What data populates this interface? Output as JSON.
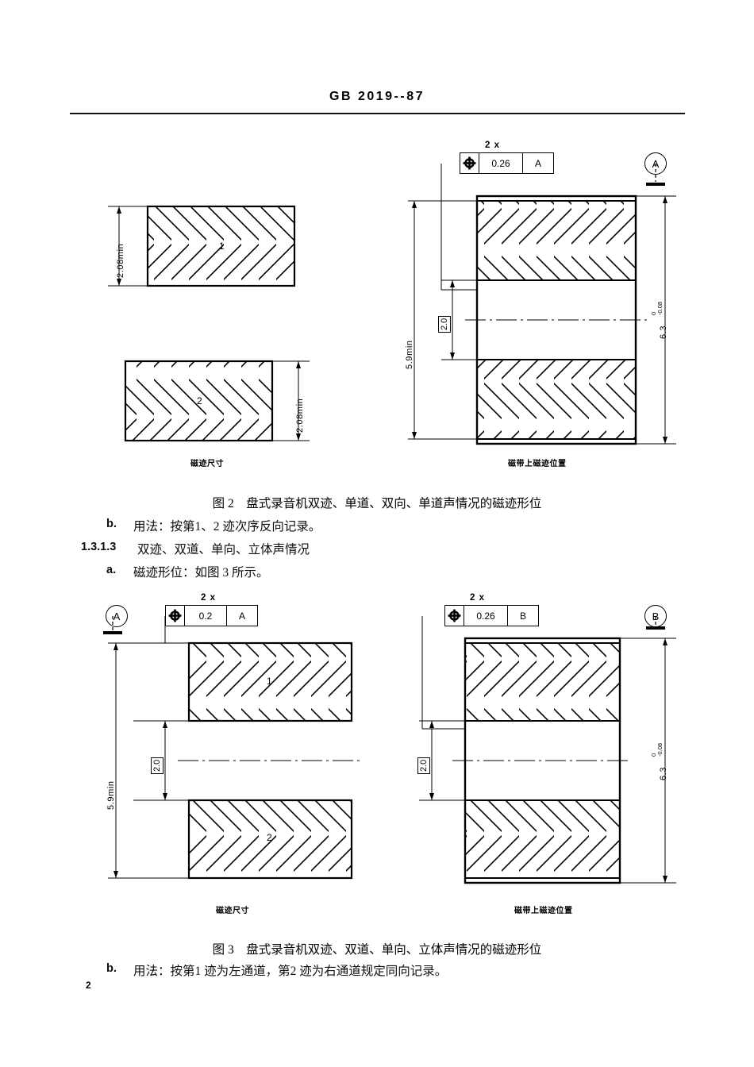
{
  "header": {
    "standard_code": "GB  2019--87"
  },
  "page_number": "2",
  "figure2": {
    "left_panel": {
      "caption": "磁迹尺寸",
      "track1": {
        "number": "1",
        "dimension": "2.08min"
      },
      "track2": {
        "number": "2",
        "dimension": "2.08min"
      }
    },
    "right_panel": {
      "caption": "磁带上磁迹位置",
      "fcf": {
        "count": "2 x",
        "symbol": "position-symbol",
        "tolerance": "0.26",
        "datum": "A"
      },
      "datum_bubble": "A",
      "dim_total": "5.9min",
      "dim_gap": "2.0",
      "dim_tape_width": "6.3",
      "tape_tol_upper": "0",
      "tape_tol_lower": "-0.08"
    },
    "caption": "图 2　盘式录音机双迹、单道、双向、单道声情况的磁迹形位"
  },
  "body": {
    "line_b_label": "b.",
    "line_b_text": "用法：按第1、2 迹次序反向记录。",
    "clause_number": "1.3.1.3",
    "clause_title": "双迹、双道、单向、立体声情况",
    "line_a_label": "a.",
    "line_a_text": "磁迹形位：如图 3 所示。"
  },
  "figure3": {
    "left_panel": {
      "caption": "磁迹尺寸",
      "fcf": {
        "count": "2 x",
        "symbol": "position-symbol",
        "tolerance": "0.2",
        "datum": "A"
      },
      "datum_bubble": "A",
      "dim_total": "5.9min",
      "dim_gap": "2.0",
      "track1": "1",
      "track2": "2"
    },
    "right_panel": {
      "caption": "磁带上磁迹位置",
      "fcf": {
        "count": "2 x",
        "symbol": "position-symbol",
        "tolerance": "0.26",
        "datum": "B"
      },
      "datum_bubble": "B",
      "dim_gap": "2.0",
      "dim_tape_width": "6.3",
      "tape_tol_upper": "0",
      "tape_tol_lower": "-0.08"
    },
    "caption": "图 3　盘式录音机双迹、双道、单向、立体声情况的磁迹形位"
  },
  "footer": {
    "line_b_label": "b.",
    "line_b_text": "用法：按第1 迹为左通道，第2 迹为右通道规定同向记录。"
  }
}
